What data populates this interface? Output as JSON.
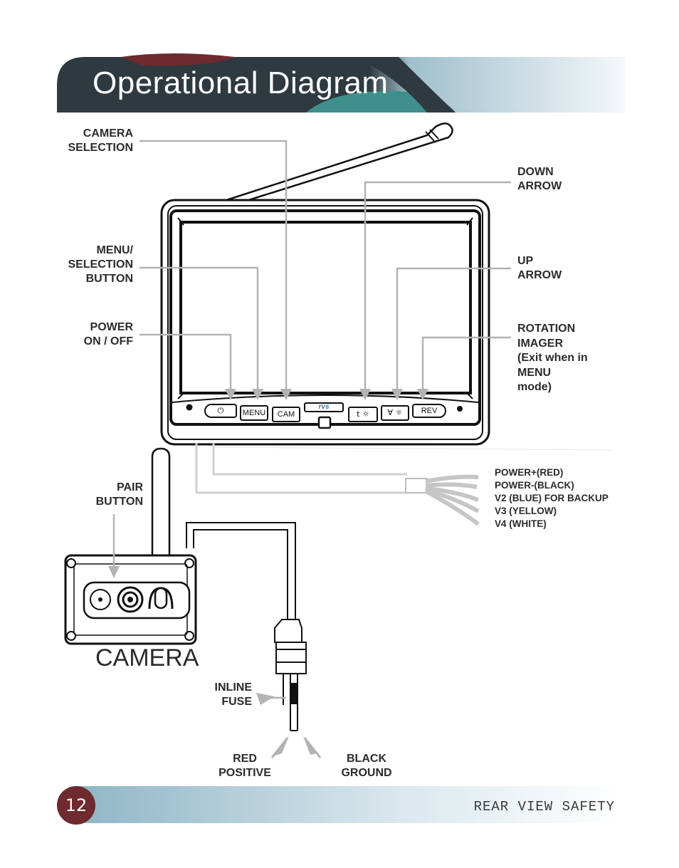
{
  "header": {
    "title": "Operational Diagram"
  },
  "monitor": {
    "buttons": [
      {
        "label": "⏻",
        "icon": "power-icon"
      },
      {
        "label": "MENU"
      },
      {
        "label": "CAM"
      },
      {
        "label": "t ☼",
        "icon": "brightness-down-icon"
      },
      {
        "label": "Ɐ ☼",
        "icon": "brightness-up-icon"
      },
      {
        "label": "REV"
      }
    ],
    "logo": "rvs"
  },
  "labels": {
    "camera_selection": "CAMERA\nSELECTION",
    "menu_selection": "MENU/\nSELECTION\nBUTTON",
    "power": "POWER\nON / OFF",
    "down_arrow": "DOWN\nARROW",
    "up_arrow": "UP\nARROW",
    "rotation_imager": "ROTATION\nIMAGER\n(Exit when in\nMENU\nmode)",
    "pair_button": "PAIR\nBUTTON",
    "inline_fuse": "INLINE\nFUSE",
    "red_positive": "RED\nPOSITIVE",
    "black_ground": "BLACK\nGROUND"
  },
  "wires": [
    "POWER+(RED)",
    "POWER-(BLACK)",
    "V2 (BLUE) FOR BACKUP",
    "V3 (YELLOW)",
    "V4 (WHITE)"
  ],
  "camera": {
    "title": "CAMERA"
  },
  "footer": {
    "page_number": "12",
    "brand": "REAR VIEW SAFETY"
  },
  "colors": {
    "header_dark": "#2e3a40",
    "header_red": "#6e2a2e",
    "header_blue": "#a9c8d6",
    "callout_line": "#b3b3b3"
  }
}
